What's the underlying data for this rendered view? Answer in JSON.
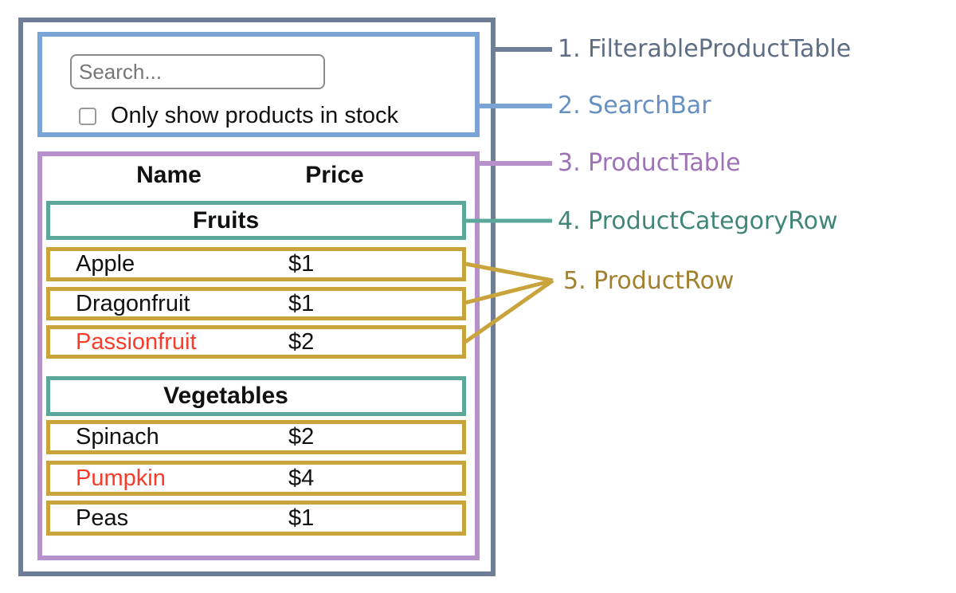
{
  "components": {
    "labels": [
      {
        "label": "1. FilterableProductTable",
        "color": "#5E6C84"
      },
      {
        "label": "2. SearchBar",
        "color": "#6690C2"
      },
      {
        "label": "3. ProductTable",
        "color": "#9F72B8"
      },
      {
        "label": "4. ProductCategoryRow",
        "color": "#3F8678"
      },
      {
        "label": "5. ProductRow",
        "color": "#A1812F"
      }
    ]
  },
  "search_bar": {
    "input_placeholder": "Search...",
    "checkbox_label": "Only show products in stock",
    "checkbox_checked": false
  },
  "product_table": {
    "headers": [
      "Name",
      "Price"
    ],
    "sections": [
      {
        "category": "Fruits",
        "rows": [
          {
            "name": "Apple",
            "price": "$1"
          },
          {
            "name": "Dragonfruit",
            "price": "$1"
          },
          {
            "name": "Passionfruit",
            "price": "$2",
            "name_color": "#F83B2B"
          }
        ]
      },
      {
        "category": "Vegetables",
        "rows": [
          {
            "name": "Spinach",
            "price": "$2"
          },
          {
            "name": "Pumpkin",
            "price": "$4",
            "name_color": "#F83B2B"
          },
          {
            "name": "Peas",
            "price": "$1"
          }
        ]
      }
    ]
  },
  "colors": {
    "outer_border": "#6F7E96",
    "searchbar_border": "#7AA3D6",
    "table_border": "#B691CB",
    "category_border": "#5BA89B",
    "row_border": "#C9A43D",
    "out_of_stock_text": "#F83B2B"
  }
}
